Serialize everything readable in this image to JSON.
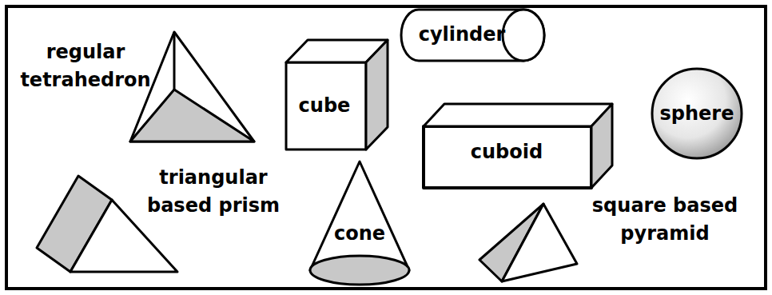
{
  "diagram": {
    "nodes": [
      {
        "text": [
          "cube"
        ]
      },
      {
        "text": [
          "cylinder"
        ]
      },
      {
        "text": [
          "sphere"
        ]
      },
      {
        "text": [
          "cuboid"
        ]
      },
      {
        "text": [
          "cone"
        ]
      }
    ],
    "labels": [
      "regular tetrahedron",
      "triangular based prism",
      "square based pyramid"
    ]
  }
}
